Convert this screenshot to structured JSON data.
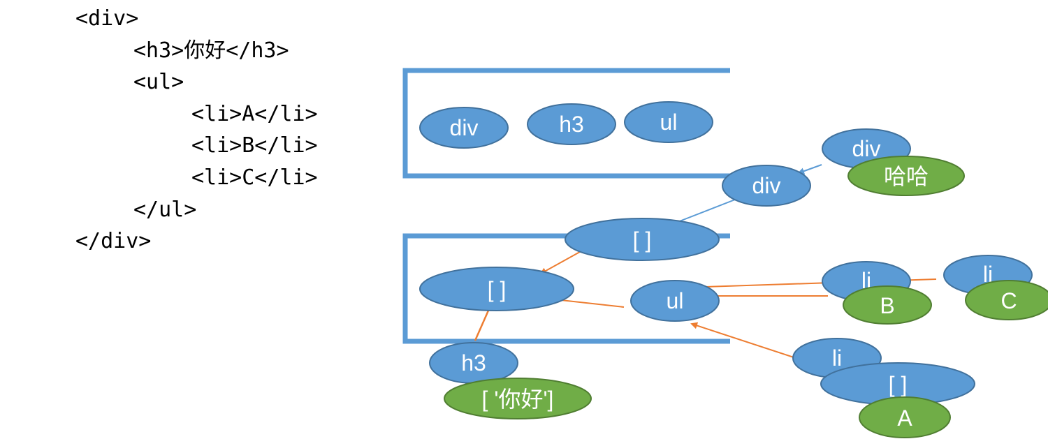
{
  "code_lines": [
    {
      "indent": 0,
      "text": "<div>"
    },
    {
      "indent": 1,
      "text": "<h3>你好</h3>"
    },
    {
      "indent": 1,
      "text": "<ul>"
    },
    {
      "indent": 2,
      "text": "<li>A</li>"
    },
    {
      "indent": 2,
      "text": "<li>B</li>"
    },
    {
      "indent": 2,
      "text": "<li>C</li>"
    },
    {
      "indent": 1,
      "text": "</ul>"
    },
    {
      "indent": 0,
      "text": "</div>"
    }
  ],
  "colors": {
    "blue_fill": "#5b9bd5",
    "blue_stroke": "#41719c",
    "green_fill": "#70ad47",
    "green_stroke": "#507e32",
    "orange_arrow": "#ed7d31",
    "blue_line": "#5b9bd5"
  },
  "diagram": {
    "stack_top": {
      "nodes": [
        "div",
        "h3",
        "ul"
      ]
    },
    "current_div": "div",
    "div_root": {
      "tag": "div",
      "children": "哈哈"
    },
    "div_children_array": "[  ]",
    "array_mid": "[ ]",
    "ul_node": "ul",
    "h3_node": {
      "tag": "h3",
      "children": "[ '你好']"
    },
    "li_b": {
      "tag": "li",
      "children": "B"
    },
    "li_c": {
      "tag": "li",
      "children": "C"
    },
    "li_a": {
      "tag": "li",
      "children": "[  ]",
      "grandchild": "A"
    }
  }
}
